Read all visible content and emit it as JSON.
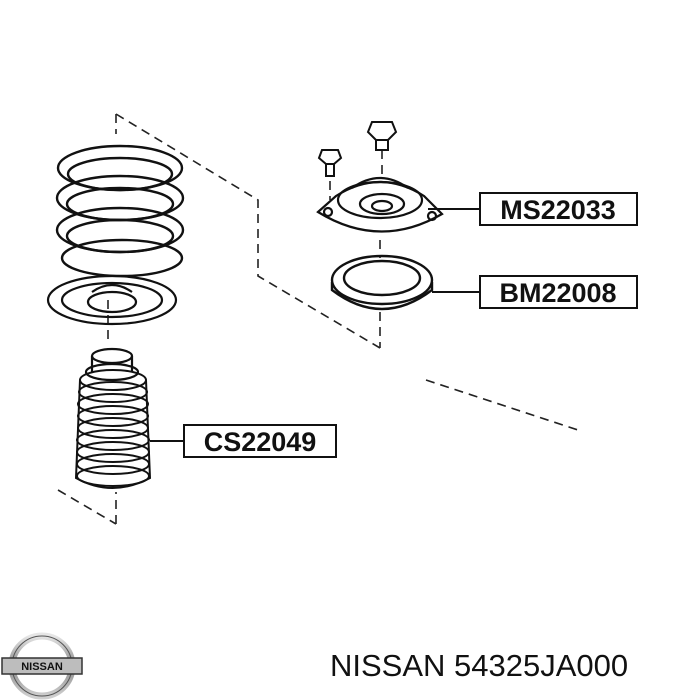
{
  "parts": [
    {
      "id": "mount",
      "code": "MS22033"
    },
    {
      "id": "bearing",
      "code": "BM22008"
    },
    {
      "id": "boot",
      "code": "CS22049"
    }
  ],
  "caption": {
    "brand": "NISSAN",
    "part_number": "54325JA000"
  },
  "logo": {
    "text": "NISSAN"
  },
  "colors": {
    "ink": "#111111",
    "paper": "#ffffff"
  }
}
